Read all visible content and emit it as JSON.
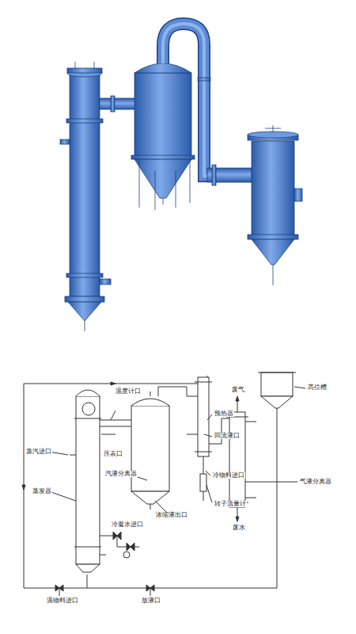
{
  "diagram": {
    "labels": [
      "温度计口",
      "预热器",
      "回流液口",
      "冷物料进口",
      "转子流量计",
      "废气",
      "高位槽",
      "气液分离器",
      "废水",
      "蒸汽进口",
      "压表口",
      "汽液分离器",
      "蒸发器",
      "浓缩液出口",
      "冷凝水进口",
      "温物料进口",
      "放液口"
    ]
  }
}
